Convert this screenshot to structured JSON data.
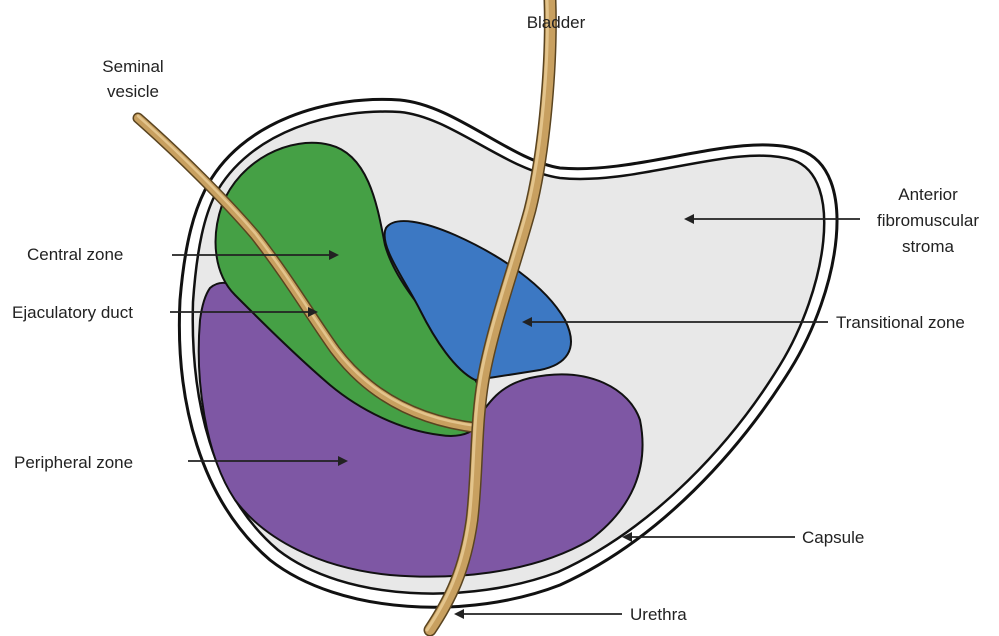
{
  "labels": {
    "bladder": "Bladder",
    "seminal_vesicle_line1": "Seminal",
    "seminal_vesicle_line2": "vesicle",
    "central_zone": "Central zone",
    "ejaculatory_duct": "Ejaculatory duct",
    "peripheral_zone": "Peripheral zone",
    "anterior_line1": "Anterior",
    "anterior_line2": "fibromuscular",
    "anterior_line3": "stroma",
    "transitional_zone": "Transitional zone",
    "capsule": "Capsule",
    "urethra": "Urethra"
  },
  "colors": {
    "capsule_outline": "#111111",
    "stroma_fill": "#e8e8e8",
    "central_zone": "#45a045",
    "transitional_zone": "#3c78c3",
    "peripheral_zone": "#7e57a4",
    "duct": "#c8a060",
    "duct_highlight": "#e3c48c",
    "arrow": "#222222"
  }
}
